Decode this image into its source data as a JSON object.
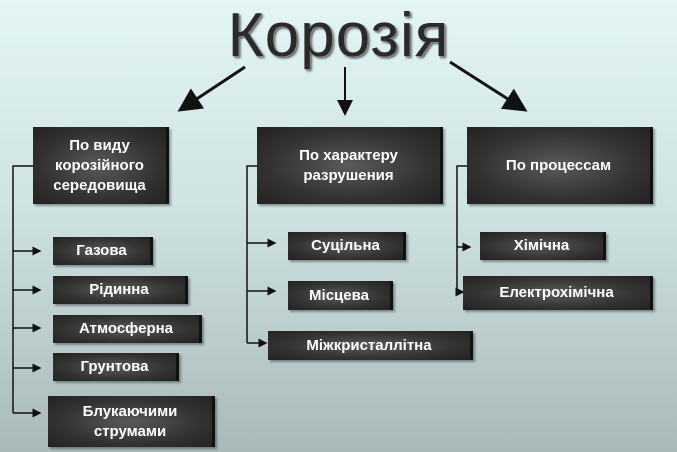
{
  "title": "Корозія",
  "categories": [
    {
      "label": "По виду корозійного середовища",
      "items": [
        "Газова",
        "Рідинна",
        "Атмосферна",
        "Грунтова",
        "Блукаючими струмами"
      ]
    },
    {
      "label": "По характеру разрушения",
      "items": [
        "Суцільна",
        "Місцева",
        "Міжкристаллітна"
      ]
    },
    {
      "label": "По процессам",
      "items": [
        "Хімічна",
        "Електрохімічна"
      ]
    }
  ]
}
